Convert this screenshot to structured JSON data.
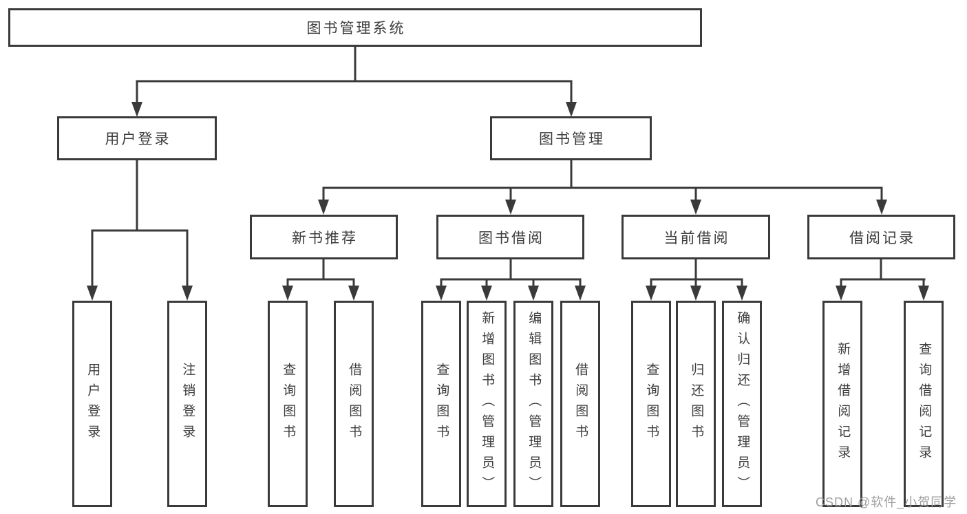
{
  "diagram": {
    "type": "hierarchy-tree",
    "colors": {
      "line": "#3a3a3a",
      "box_border": "#3a3a3a",
      "text": "#3d3d3d",
      "background": "#ffffff",
      "watermark": "#9e9e9e"
    },
    "tree": {
      "label": "图书管理系统",
      "children": [
        {
          "label": "用户登录",
          "children": [
            {
              "label": "用户登录"
            },
            {
              "label": "注销登录"
            }
          ]
        },
        {
          "label": "图书管理",
          "children": [
            {
              "label": "新书推荐",
              "children": [
                {
                  "label": "查询图书"
                },
                {
                  "label": "借阅图书"
                }
              ]
            },
            {
              "label": "图书借阅",
              "children": [
                {
                  "label": "查询图书"
                },
                {
                  "label": "新增图书（管理员）"
                },
                {
                  "label": "编辑图书（管理员）"
                },
                {
                  "label": "借阅图书"
                }
              ]
            },
            {
              "label": "当前借阅",
              "children": [
                {
                  "label": "查询图书"
                },
                {
                  "label": "归还图书"
                },
                {
                  "label": "确认归还（管理员）"
                }
              ]
            },
            {
              "label": "借阅记录",
              "children": [
                {
                  "label": "新增借阅记录"
                },
                {
                  "label": "查询借阅记录"
                }
              ]
            }
          ]
        }
      ]
    },
    "watermark": "CSDN @软件_小贺同学"
  }
}
